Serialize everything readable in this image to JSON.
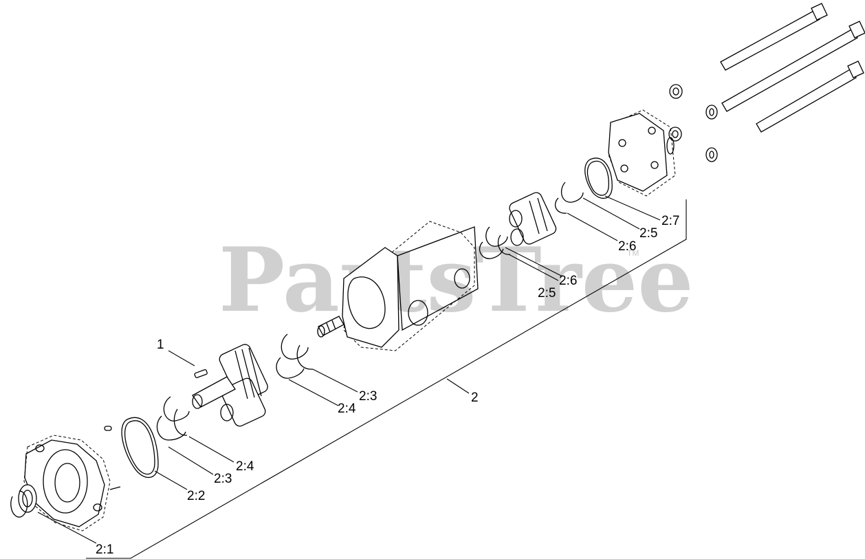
{
  "watermark": {
    "text": "PartsTree",
    "tm": "TM"
  },
  "callouts": {
    "c1": "1",
    "c2": "2",
    "c2_1": "2:1",
    "c2_2": "2:2",
    "c2_3a": "2:3",
    "c2_4a": "2:4",
    "c2_4b": "2:4",
    "c2_3b": "2:3",
    "c2_5a": "2:5",
    "c2_6a": "2:6",
    "c2_6b": "2:6",
    "c2_5b": "2:5",
    "c2_7": "2:7"
  }
}
